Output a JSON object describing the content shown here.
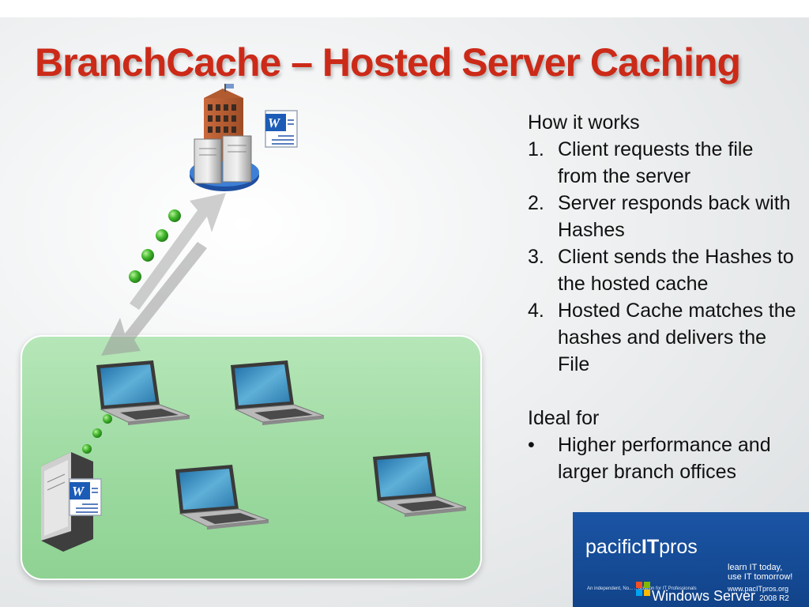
{
  "slide": {
    "title": "BranchCache – Hosted Server Caching",
    "how_heading": "How it works",
    "steps": [
      {
        "num": "1.",
        "text": "Client requests the file from the server"
      },
      {
        "num": "2.",
        "text": "Server responds back with Hashes"
      },
      {
        "num": "3.",
        "text": "Client sends the Hashes to the hosted cache"
      },
      {
        "num": "4.",
        "text": "Hosted Cache matches the hashes and delivers the File"
      }
    ],
    "ideal_heading": "Ideal for",
    "ideal_items": [
      {
        "bullet": "•",
        "text": "Higher performance and larger branch offices"
      }
    ]
  },
  "logo": {
    "brand_pre": "pacific",
    "brand_it": "IT",
    "brand_post": "pros",
    "tagline_1": "learn IT today,",
    "tagline_2": "use IT tomorrow!",
    "url": "www.pacITpros.org",
    "small_text": "An independent, No... ...ociation for IT Professionals",
    "windows_server": "Windows Server",
    "windows_version": "2008 R2"
  },
  "colors": {
    "title_red": "#cc2a18",
    "branch_green": "#9bd99f",
    "dot_green": "#44b82e",
    "logo_blue": "#1b55a5"
  },
  "icons": [
    "server-building-icon",
    "word-document-icon",
    "laptop-icon",
    "hosted-cache-server-icon",
    "windows-flag-icon"
  ]
}
